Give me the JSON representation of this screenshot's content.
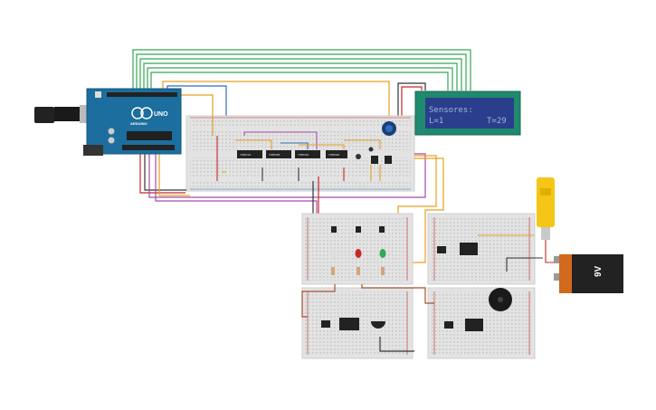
{
  "lcd": {
    "line1": "Sensores:",
    "line2_left": "L=1",
    "line2_right": "T=29"
  },
  "arduino": {
    "brand": "ARDUINO",
    "model": "UNO"
  },
  "battery": {
    "label": "9V"
  },
  "chips": {
    "c1": "74HC14",
    "c2": "74HC08",
    "c3": "74HC32",
    "c4": "74HC00"
  },
  "colors": {
    "board": "#1c6e9e",
    "breadboard": "#e3e3e3",
    "lcd_bg": "#2a3e8c",
    "lcd_frame": "#1f8a6e",
    "wire_green": "#34a853",
    "wire_red": "#c62828",
    "wire_orange": "#e6a020",
    "wire_purple": "#a64ca6",
    "wire_black": "#333333",
    "wire_blue": "#2c6fb8",
    "wire_brown": "#a0522d",
    "motor_yellow": "#f5c518",
    "battery_black": "#222222",
    "battery_orange": "#d2691e"
  }
}
